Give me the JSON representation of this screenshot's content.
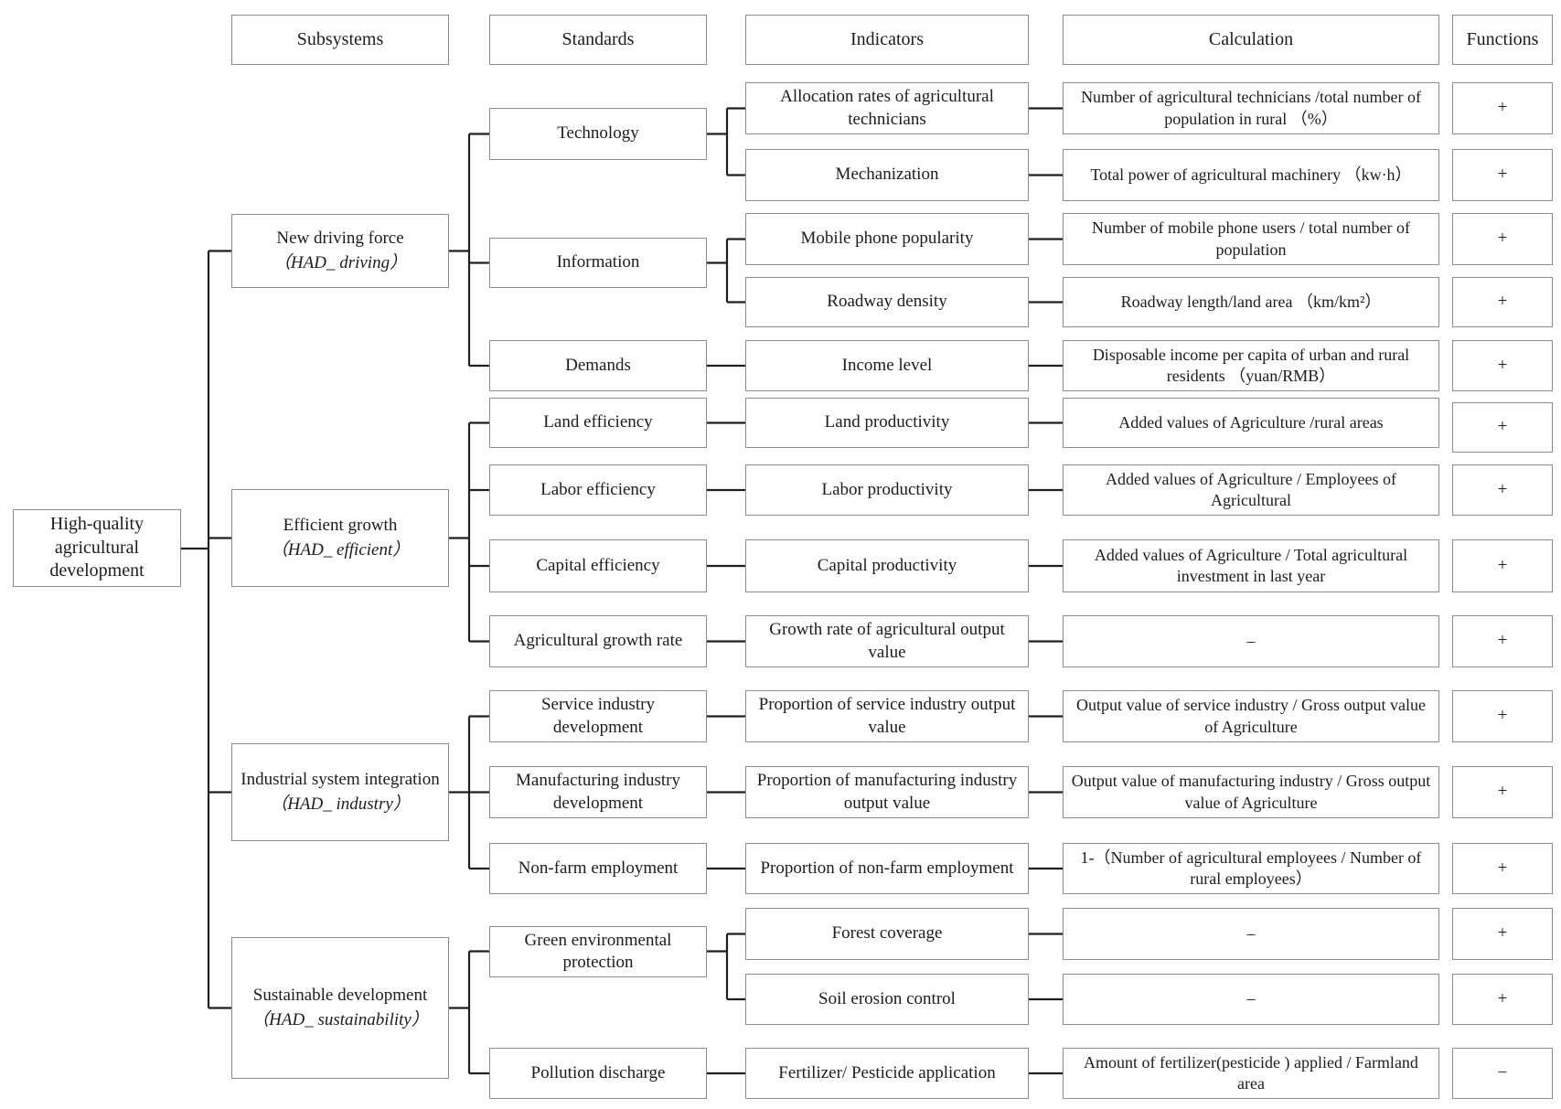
{
  "headers": [
    {
      "label": "Subsystems"
    },
    {
      "label": "Standards"
    },
    {
      "label": "Indicators"
    },
    {
      "label": "Calculation"
    },
    {
      "label": "Functions"
    }
  ],
  "root": {
    "label": "High-quality agricultural development"
  },
  "subsystems": [
    {
      "name": "New driving force",
      "code": "（HAD_ driving）"
    },
    {
      "name": "Efficient growth",
      "code": "（HAD_ efficient）"
    },
    {
      "name": "Industrial system integration",
      "code": "（HAD_ industry）"
    },
    {
      "name": "Sustainable development",
      "code": "（HAD_ sustainability）"
    }
  ],
  "standards": [
    {
      "label": "Technology"
    },
    {
      "label": "Information"
    },
    {
      "label": "Demands"
    },
    {
      "label": "Land efficiency"
    },
    {
      "label": "Labor efficiency"
    },
    {
      "label": "Capital efficiency"
    },
    {
      "label": "Agricultural growth rate"
    },
    {
      "label": "Service industry development"
    },
    {
      "label": "Manufacturing industry development"
    },
    {
      "label": "Non-farm employment"
    },
    {
      "label": "Green environmental protection"
    },
    {
      "label": "Pollution discharge"
    }
  ],
  "rows": [
    {
      "indicator": "Allocation rates of agricultural technicians",
      "calculation": "Number of agricultural technicians /total number of population in rural （%）",
      "function": "+"
    },
    {
      "indicator": "Mechanization",
      "calculation": "Total power of agricultural machinery （kw·h）",
      "function": "+"
    },
    {
      "indicator": "Mobile phone popularity",
      "calculation": "Number of mobile phone users / total number of population",
      "function": "+"
    },
    {
      "indicator": "Roadway density",
      "calculation": "Roadway length/land area （km/km²）",
      "function": "+"
    },
    {
      "indicator": "Income level",
      "calculation": "Disposable income per capita of urban and rural residents （yuan/RMB）",
      "function": "+"
    },
    {
      "indicator": "Land productivity",
      "calculation": "Added values of Agriculture /rural areas",
      "function": "+"
    },
    {
      "indicator": "Labor productivity",
      "calculation": "Added values of Agriculture / Employees of Agricultural",
      "function": "+"
    },
    {
      "indicator": "Capital productivity",
      "calculation": "Added values of Agriculture / Total agricultural investment in last year",
      "function": "+"
    },
    {
      "indicator": "Growth rate of agricultural output value",
      "calculation": "–",
      "function": "+"
    },
    {
      "indicator": "Proportion of service industry output value",
      "calculation": "Output value of service industry / Gross output value of Agriculture",
      "function": "+"
    },
    {
      "indicator": "Proportion of manufacturing industry output value",
      "calculation": "Output value of manufacturing industry / Gross output value of Agriculture",
      "function": "+"
    },
    {
      "indicator": "Proportion of non-farm employment",
      "calculation": "1-（Number of agricultural employees / Number of rural employees）",
      "function": "+"
    },
    {
      "indicator": "Forest coverage",
      "calculation": "–",
      "function": "+"
    },
    {
      "indicator": "Soil erosion control",
      "calculation": "–",
      "function": "+"
    },
    {
      "indicator": "Fertilizer/ Pesticide application",
      "calculation": "Amount of fertilizer(pesticide ) applied / Farmland area",
      "function": "−"
    }
  ],
  "colors": {
    "connector": "#1f1f1f",
    "box_border": "#8c8c8c",
    "text": "#1c1c1c"
  }
}
